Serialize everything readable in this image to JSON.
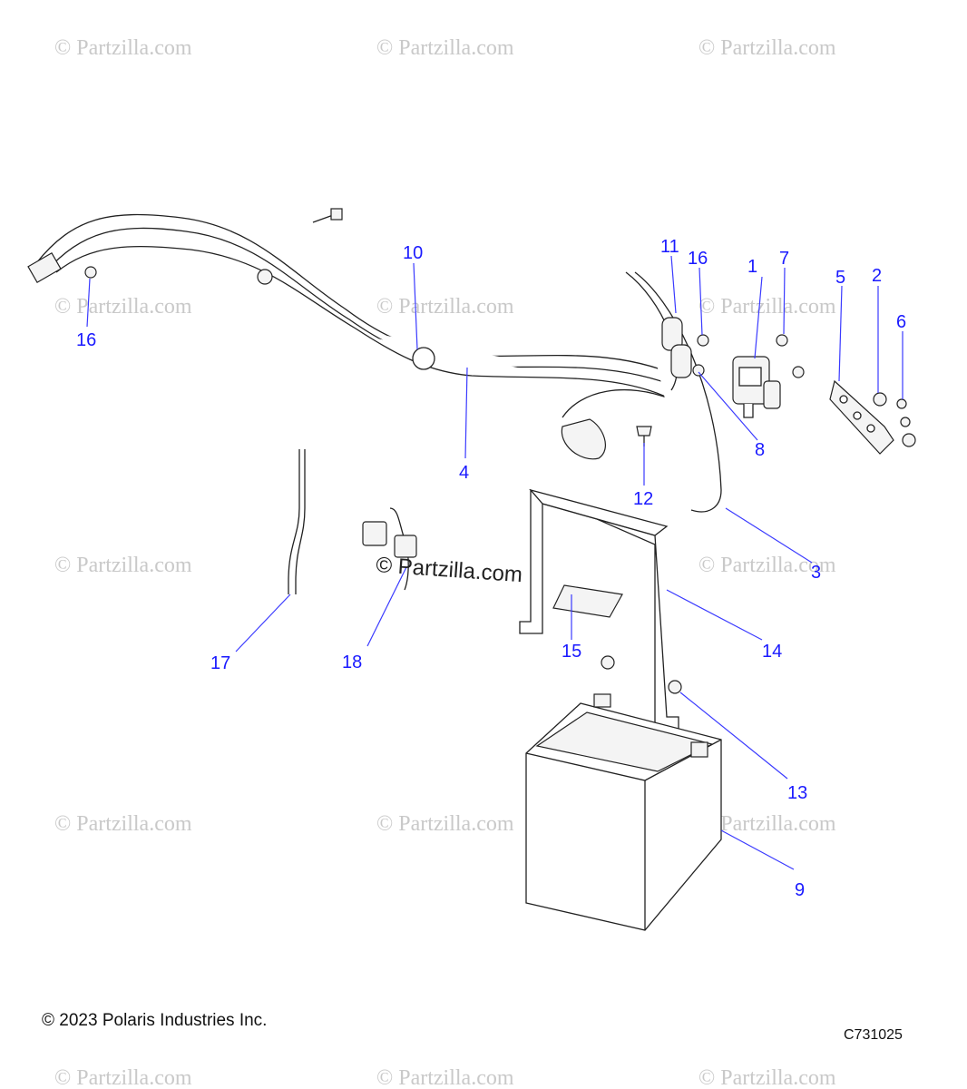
{
  "watermark": {
    "text": "© Partzilla.com",
    "center_text": "© Partzilla.com"
  },
  "callouts": [
    "1",
    "2",
    "3",
    "4",
    "5",
    "6",
    "7",
    "8",
    "9",
    "10",
    "11",
    "12",
    "13",
    "14",
    "15",
    "16",
    "16",
    "17",
    "18"
  ],
  "footer": {
    "copyright": "© 2023 Polaris Industries Inc.",
    "diagram_code": "C731025"
  },
  "colors": {
    "callout": "#1a1aff",
    "line": "#222222",
    "watermark": "#c9c9c9"
  }
}
